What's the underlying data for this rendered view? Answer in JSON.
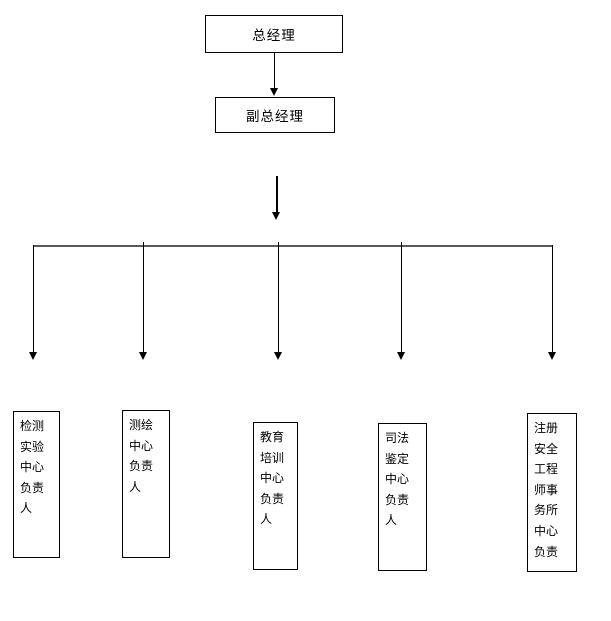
{
  "org_chart": {
    "level1": {
      "label": "总经理"
    },
    "level2": {
      "label": "副总经理"
    },
    "level3": [
      {
        "label": "检测实验中心负责人",
        "display": "检测\n实验\n中心\n负责\n人"
      },
      {
        "label": "测绘中心负责人",
        "display": "测绘\n中心\n负责\n人"
      },
      {
        "label": "教育培训中心负责人",
        "display": "教育\n培训\n中心\n负责\n人"
      },
      {
        "label": "司法鉴定中心负责人",
        "display": "司法\n鉴定\n中心\n负责\n人"
      },
      {
        "label": "注册安全工程师事务所中心负责",
        "display": "注册\n安全\n工程\n师事\n务所\n中心\n负责"
      }
    ],
    "colors": {
      "background": "#ffffff",
      "border": "#000000",
      "text": "#000000",
      "line": "#000000",
      "connector": "#595959"
    }
  }
}
